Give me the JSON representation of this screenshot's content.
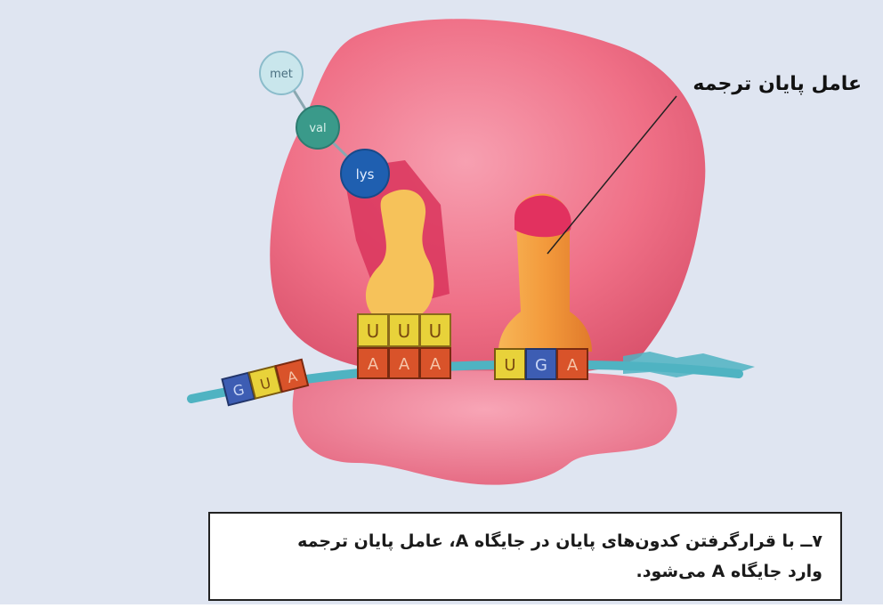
{
  "figure": {
    "release_factor_label": "عامل پایان ترجمه",
    "caption": {
      "line1": "۷ــ با قرارگرفتن کدون‌های پایان در جایگاه A، عامل پایان ترجمه",
      "line2": "وارد جایگاه A می‌شود."
    },
    "amino_acids": [
      {
        "label": "met",
        "color": "#c9e6ec"
      },
      {
        "label": "val",
        "color": "#3a9a8a"
      },
      {
        "label": "lys",
        "color": "#1f5fb0"
      }
    ],
    "mrna_left_bases": [
      {
        "label": "G",
        "color": "#3d5db3"
      },
      {
        "label": "U",
        "color": "#e8d23a"
      },
      {
        "label": "A",
        "color": "#d9532a"
      }
    ],
    "anticodon_bases": [
      "U",
      "U",
      "U"
    ],
    "codon_bases": [
      "A",
      "A",
      "A"
    ],
    "stop_codon_bases": [
      {
        "label": "U",
        "color": "#e8d23a"
      },
      {
        "label": "G",
        "color": "#3d5db3"
      },
      {
        "label": "A",
        "color": "#d9532a"
      }
    ],
    "colors": {
      "background": "#dfe5f1",
      "ribosome": "#ef6f86",
      "ribosome_dark": "#d94a68",
      "mrna": "#4fb3c2",
      "trna": "#f6c25a",
      "release_factor": "#f39a3c",
      "release_factor_cap": "#e2315f"
    }
  }
}
